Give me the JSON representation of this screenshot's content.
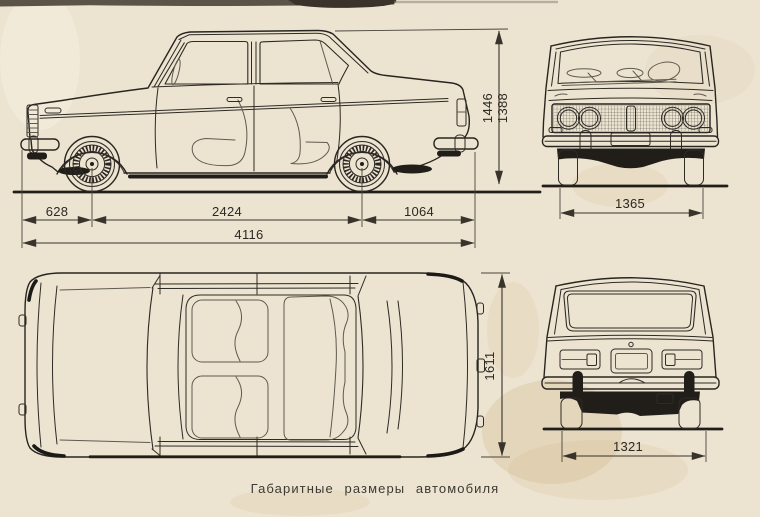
{
  "caption": "Габаритные размеры автомобиля",
  "side_view": {
    "front_overhang": "628",
    "wheelbase": "2424",
    "rear_overhang": "1064",
    "overall_length": "4116",
    "height_unladen": "1446",
    "height_laden": "1388"
  },
  "front_view": {
    "front_track": "1365"
  },
  "top_view": {
    "overall_width": "1611"
  },
  "rear_view": {
    "rear_track": "1321"
  },
  "colors": {
    "paper": "#ece4d1",
    "ink": "#282520",
    "stain": "#c8a468",
    "scan_edge": "#463f36"
  }
}
